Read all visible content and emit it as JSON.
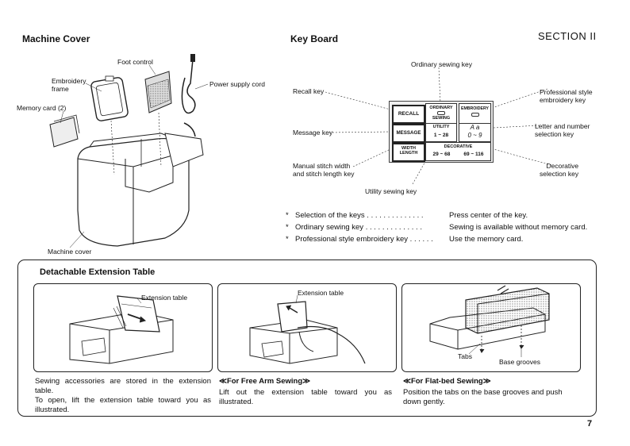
{
  "header": {
    "machine_cover_title": "Machine Cover",
    "keyboard_title": "Key Board",
    "section": "SECTION II"
  },
  "machine_cover": {
    "foot_control": "Foot control",
    "embroidery_frame": "Embroidery\nframe",
    "power_supply_cord": "Power supply cord",
    "memory_card": "Memory card (2)",
    "machine_cover": "Machine cover"
  },
  "keyboard": {
    "ordinary_sewing_key": "Ordinary sewing key",
    "recall_key": "Recall key",
    "professional_key": "Professional style\nembroidery key",
    "message_key": "Message key",
    "letter_number_key": "Letter and number\nselection key",
    "manual_stitch": "Manual stitch width\nand stitch length key",
    "decorative_key": "Decorative\nselection key",
    "utility_key": "Utility sewing key",
    "keys": {
      "recall": "RECALL",
      "ordinary": "ORDINARY",
      "sewing": "SEWING",
      "embroidery": "EMBROIDERY",
      "message": "MESSAGE",
      "utility": "UTILITY",
      "utility_range": "1 ~ 28",
      "alpha": "A  a",
      "numeric": "0 ~ 9",
      "width": "WIDTH",
      "length": "LENGTH",
      "decorative": "DECORATIVE",
      "dec_range1": "29 ~ 68",
      "dec_range2": "69 ~ 116"
    }
  },
  "notes": [
    {
      "bullet": "*",
      "label": "Selection of the keys . . . . . . . . . . . . . .",
      "value": "Press center of the key."
    },
    {
      "bullet": "*",
      "label": "Ordinary sewing key . . . . . . . . . . . . . .",
      "value": "Sewing is available without memory card."
    },
    {
      "bullet": "*",
      "label": "Professional style embroidery key . . . . . .",
      "value": "Use the memory card."
    }
  ],
  "extension_table": {
    "title": "Detachable Extension Table",
    "fig1_label": "Extension table",
    "fig2_label": "Extension table",
    "tabs_label": "Tabs",
    "base_grooves_label": "Base grooves",
    "col1_text": "Sewing accessories are stored in the extension table.\nTo open, lift the extension table toward you as illustrated.",
    "col2_title": "≪For Free Arm Sewing≫",
    "col2_text": "Lift out the extension table toward you as illustrated.",
    "col3_title": "≪For Flat-bed Sewing≫",
    "col3_text": "Position the tabs on the base grooves and push down gently."
  },
  "page_number": "7"
}
